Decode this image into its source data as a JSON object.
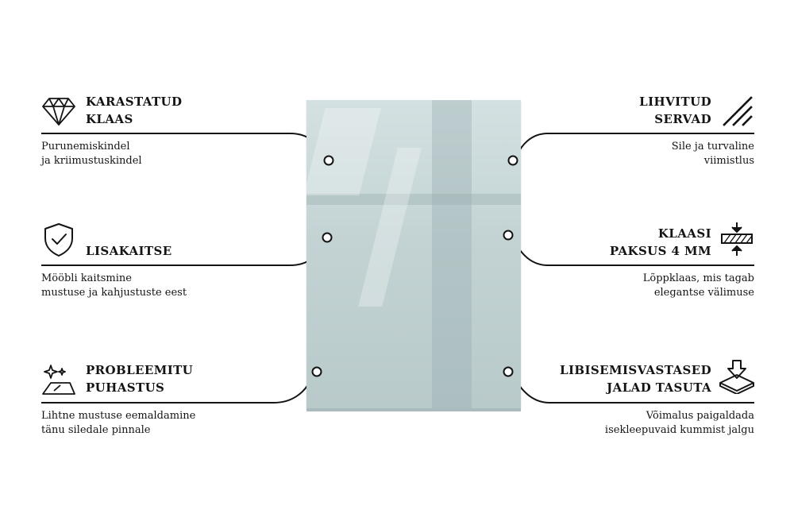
{
  "features": {
    "tempered": {
      "title_line1": "KARASTATUD",
      "title_line2": "KLAAS",
      "desc_line1": "Purunemiskindel",
      "desc_line2": "ja kriimustuskindel",
      "icon": "diamond-icon"
    },
    "protection": {
      "title_line1": "LISAKAITSE",
      "desc_line1": "Mööbli kaitsmine",
      "desc_line2": "mustuse ja kahjustuste eest",
      "icon": "shield-check-icon"
    },
    "cleaning": {
      "title_line1": "PROBLEEMITU",
      "title_line2": "PUHASTUS",
      "desc_line1": "Lihtne mustuse eemaldamine",
      "desc_line2": "tänu siledale pinnale",
      "icon": "sparkle-surface-icon"
    },
    "edges": {
      "title_line1": "LIHVITUD",
      "title_line2": "SERVAD",
      "desc_line1": "Sile ja turvaline",
      "desc_line2": "viimistlus",
      "icon": "polished-edge-icon"
    },
    "thickness": {
      "title_line1": "KLAASI",
      "title_line2": "PAKSUS 4 MM",
      "desc_line1": "Lõppklaas, mis tagab",
      "desc_line2": "elegantse välimuse",
      "icon": "thickness-icon"
    },
    "feet": {
      "title_line1": "LIBISEMISVASTASED",
      "title_line2": "JALAD TASUTA",
      "desc_line1": "Võimalus paigaldada",
      "desc_line2": "isekleepuvaid kummist jalgu",
      "icon": "anti-slip-feet-icon"
    }
  },
  "colors": {
    "ink": "#141414",
    "glass": "#c7d6d7",
    "background": "#ffffff"
  }
}
